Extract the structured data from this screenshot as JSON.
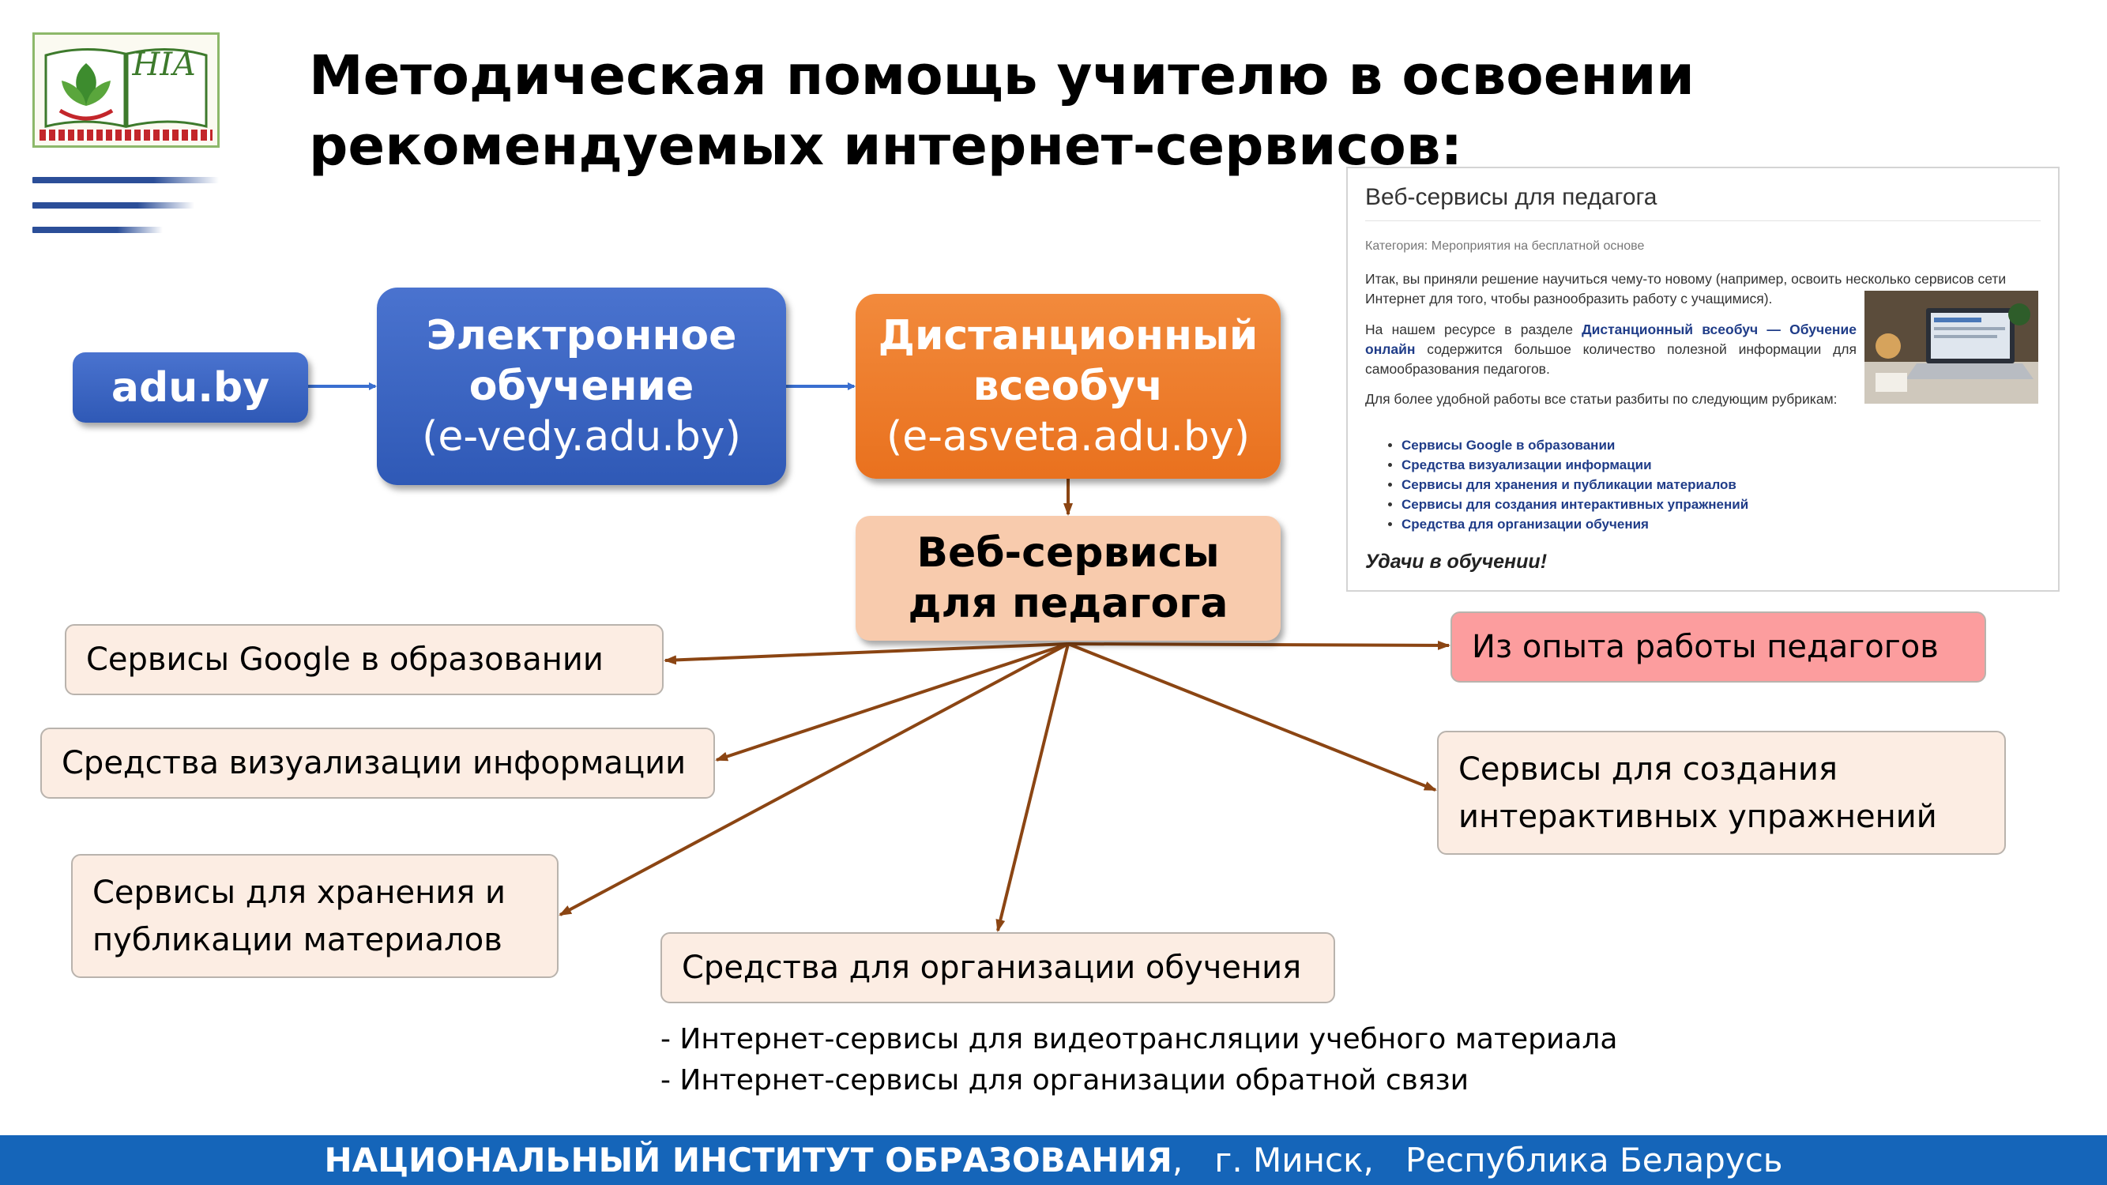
{
  "logo": {
    "monogram": "НІА"
  },
  "title": {
    "line1": "Методическая помощь учителю в освоении",
    "line2": "рекомендуемых интернет-сервисов:"
  },
  "flow": {
    "adu": "adu.by",
    "elearning": {
      "line1": "Электронное",
      "line2": "обучение",
      "line3": "(e-vedy.adu.by)"
    },
    "distance": {
      "line1": "Дистанционный",
      "line2": "всеобуч",
      "line3": "(e-asveta.adu.by)"
    },
    "web_services": {
      "line1": "Веб-сервисы",
      "line2": "для педагога"
    }
  },
  "categories": {
    "google": "Сервисы Google в образовании",
    "visualization": "Средства визуализации информации",
    "storage": {
      "line1": "Сервисы для хранения и",
      "line2": "публикации материалов"
    },
    "organization": "Средства для организации обучения",
    "interactive": {
      "line1": "Сервисы для создания",
      "line2": "интерактивных упражнений"
    },
    "experience": "Из опыта работы педагогов"
  },
  "notes": [
    "- Интернет-сервисы для видеотрансляции учебного материала",
    "- Интернет-сервисы для организации обратной связи"
  ],
  "snapshot": {
    "title": "Веб-сервисы для педагога",
    "category": "Категория: Мероприятия на бесплатной основе",
    "paragraph1": "Итак, вы приняли решение научиться чему-то новому (например, освоить несколько сервисов сети Интернет для того, чтобы разнообразить работу с учащимися).",
    "paragraph2_before": "На нашем ресурсе в разделе ",
    "paragraph2_link": "Дистанционный всеобуч — Обучение онлайн",
    "paragraph2_after": " содержится большое количество полезной информации для самообразования педагогов.",
    "paragraph3": "Для более удобной работы все статьи разбиты по следующим рубрикам:",
    "links": [
      "Сервисы Google в образовании",
      "Средства визуализации информации",
      "Сервисы для хранения и публикации материалов",
      "Сервисы для создания интерактивных упражнений",
      "Средства для организации обучения"
    ],
    "footer": "Удачи в обучении!"
  },
  "footer": {
    "organization": "НАЦИОНАЛЬНЫЙ ИНСТИТУТ ОБРАЗОВАНИЯ",
    "rest": ",   г. Минск,   Республика Беларусь"
  },
  "colors": {
    "blue_box": "#2f59b6",
    "orange_box": "#e9711e",
    "peach_box": "#f8cbad",
    "leaf_fill": "#fcede3",
    "pink_box": "#fc9d9e",
    "arrow_brown": "#8b4513",
    "arrow_blue": "#3a6fd0",
    "footer_bar": "#1565b9"
  }
}
